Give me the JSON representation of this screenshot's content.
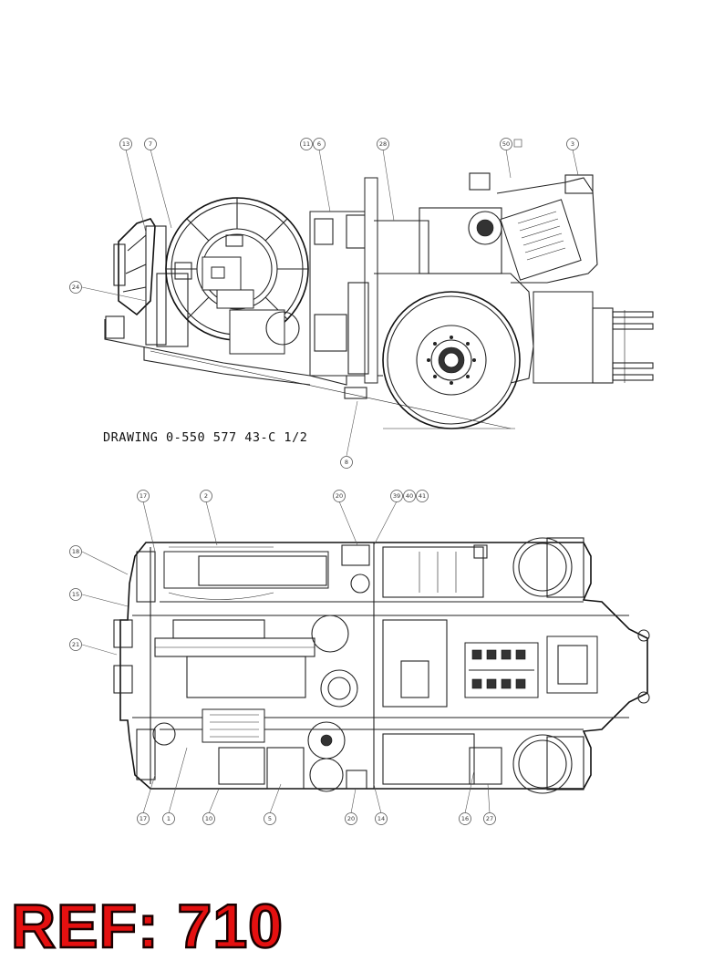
{
  "drawing_caption": "DRAWING 0-550 577 43-C  1/2",
  "ref_label": "REF: 710",
  "colors": {
    "ref_fill": "#e51010",
    "line": "#222222"
  },
  "side_view_callouts": [
    {
      "id": "c13",
      "label": "13"
    },
    {
      "id": "c7",
      "label": "7"
    },
    {
      "id": "c11",
      "label": "11"
    },
    {
      "id": "c6",
      "label": "6"
    },
    {
      "id": "c28",
      "label": "28"
    },
    {
      "id": "c50",
      "label": "50"
    },
    {
      "id": "c3",
      "label": "3"
    },
    {
      "id": "c24",
      "label": "24"
    },
    {
      "id": "c8",
      "label": "8"
    }
  ],
  "top_view_callouts": [
    {
      "id": "t17a",
      "label": "17"
    },
    {
      "id": "t2",
      "label": "2"
    },
    {
      "id": "t20a",
      "label": "20"
    },
    {
      "id": "t39",
      "label": "39"
    },
    {
      "id": "t40",
      "label": "40"
    },
    {
      "id": "t41",
      "label": "41"
    },
    {
      "id": "t18",
      "label": "18"
    },
    {
      "id": "t15",
      "label": "15"
    },
    {
      "id": "t21",
      "label": "21"
    },
    {
      "id": "t17b",
      "label": "17"
    },
    {
      "id": "t1",
      "label": "1"
    },
    {
      "id": "t10",
      "label": "10"
    },
    {
      "id": "t5",
      "label": "5"
    },
    {
      "id": "t20b",
      "label": "20"
    },
    {
      "id": "t14",
      "label": "14"
    },
    {
      "id": "t16",
      "label": "16"
    },
    {
      "id": "t27",
      "label": "27"
    }
  ]
}
